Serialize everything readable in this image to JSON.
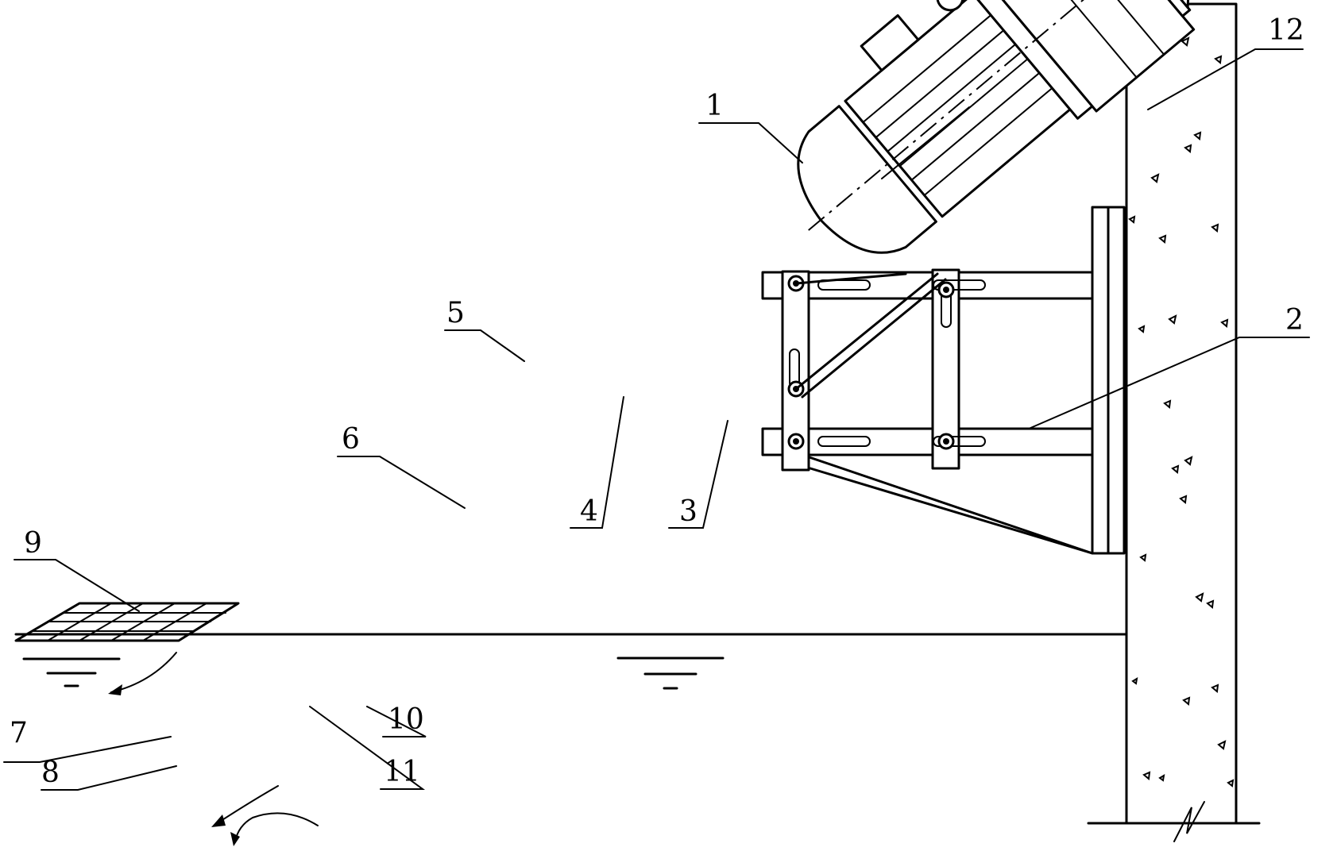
{
  "labels": {
    "motor": "1",
    "bracket": "2",
    "coupling_housing": "3",
    "shaft_coupling": "4",
    "vent_pipe": "5",
    "shaft_tube": "6",
    "impeller": "7",
    "hub_nut": "8",
    "floating_grid": "9",
    "support_leg": "10",
    "clamp": "11",
    "wall": "12"
  }
}
